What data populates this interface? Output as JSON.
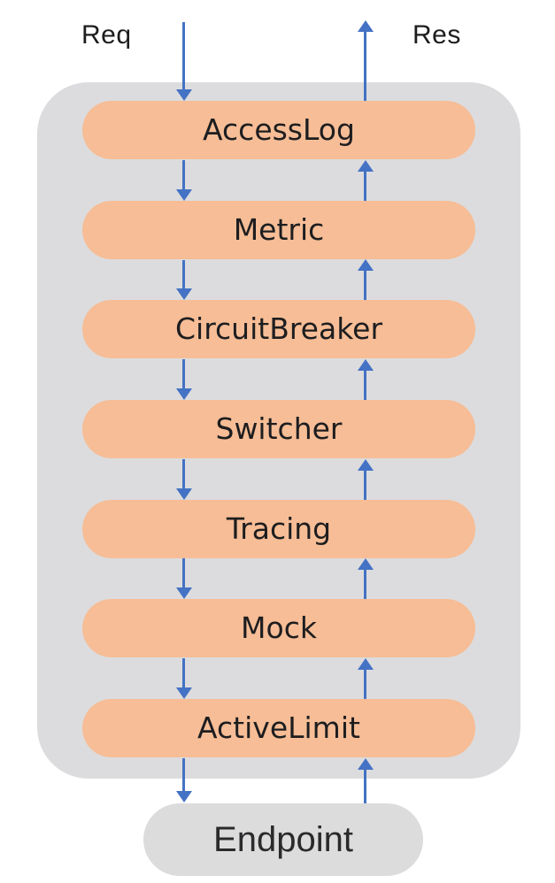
{
  "diagram": {
    "req_label": "Req",
    "res_label": "Res",
    "middlewares": [
      "AccessLog",
      "Metric",
      "CircuitBreaker",
      "Switcher",
      "Tracing",
      "Mock",
      "ActiveLimit"
    ],
    "endpoint_label": "Endpoint",
    "colors": {
      "middleware_fill": "#f6bd96",
      "container_fill": "#dcdcde",
      "endpoint_fill": "#dcdcdc",
      "arrow": "#4472c4",
      "label_text": "#1d1d1f",
      "background": "#ffffff"
    }
  }
}
